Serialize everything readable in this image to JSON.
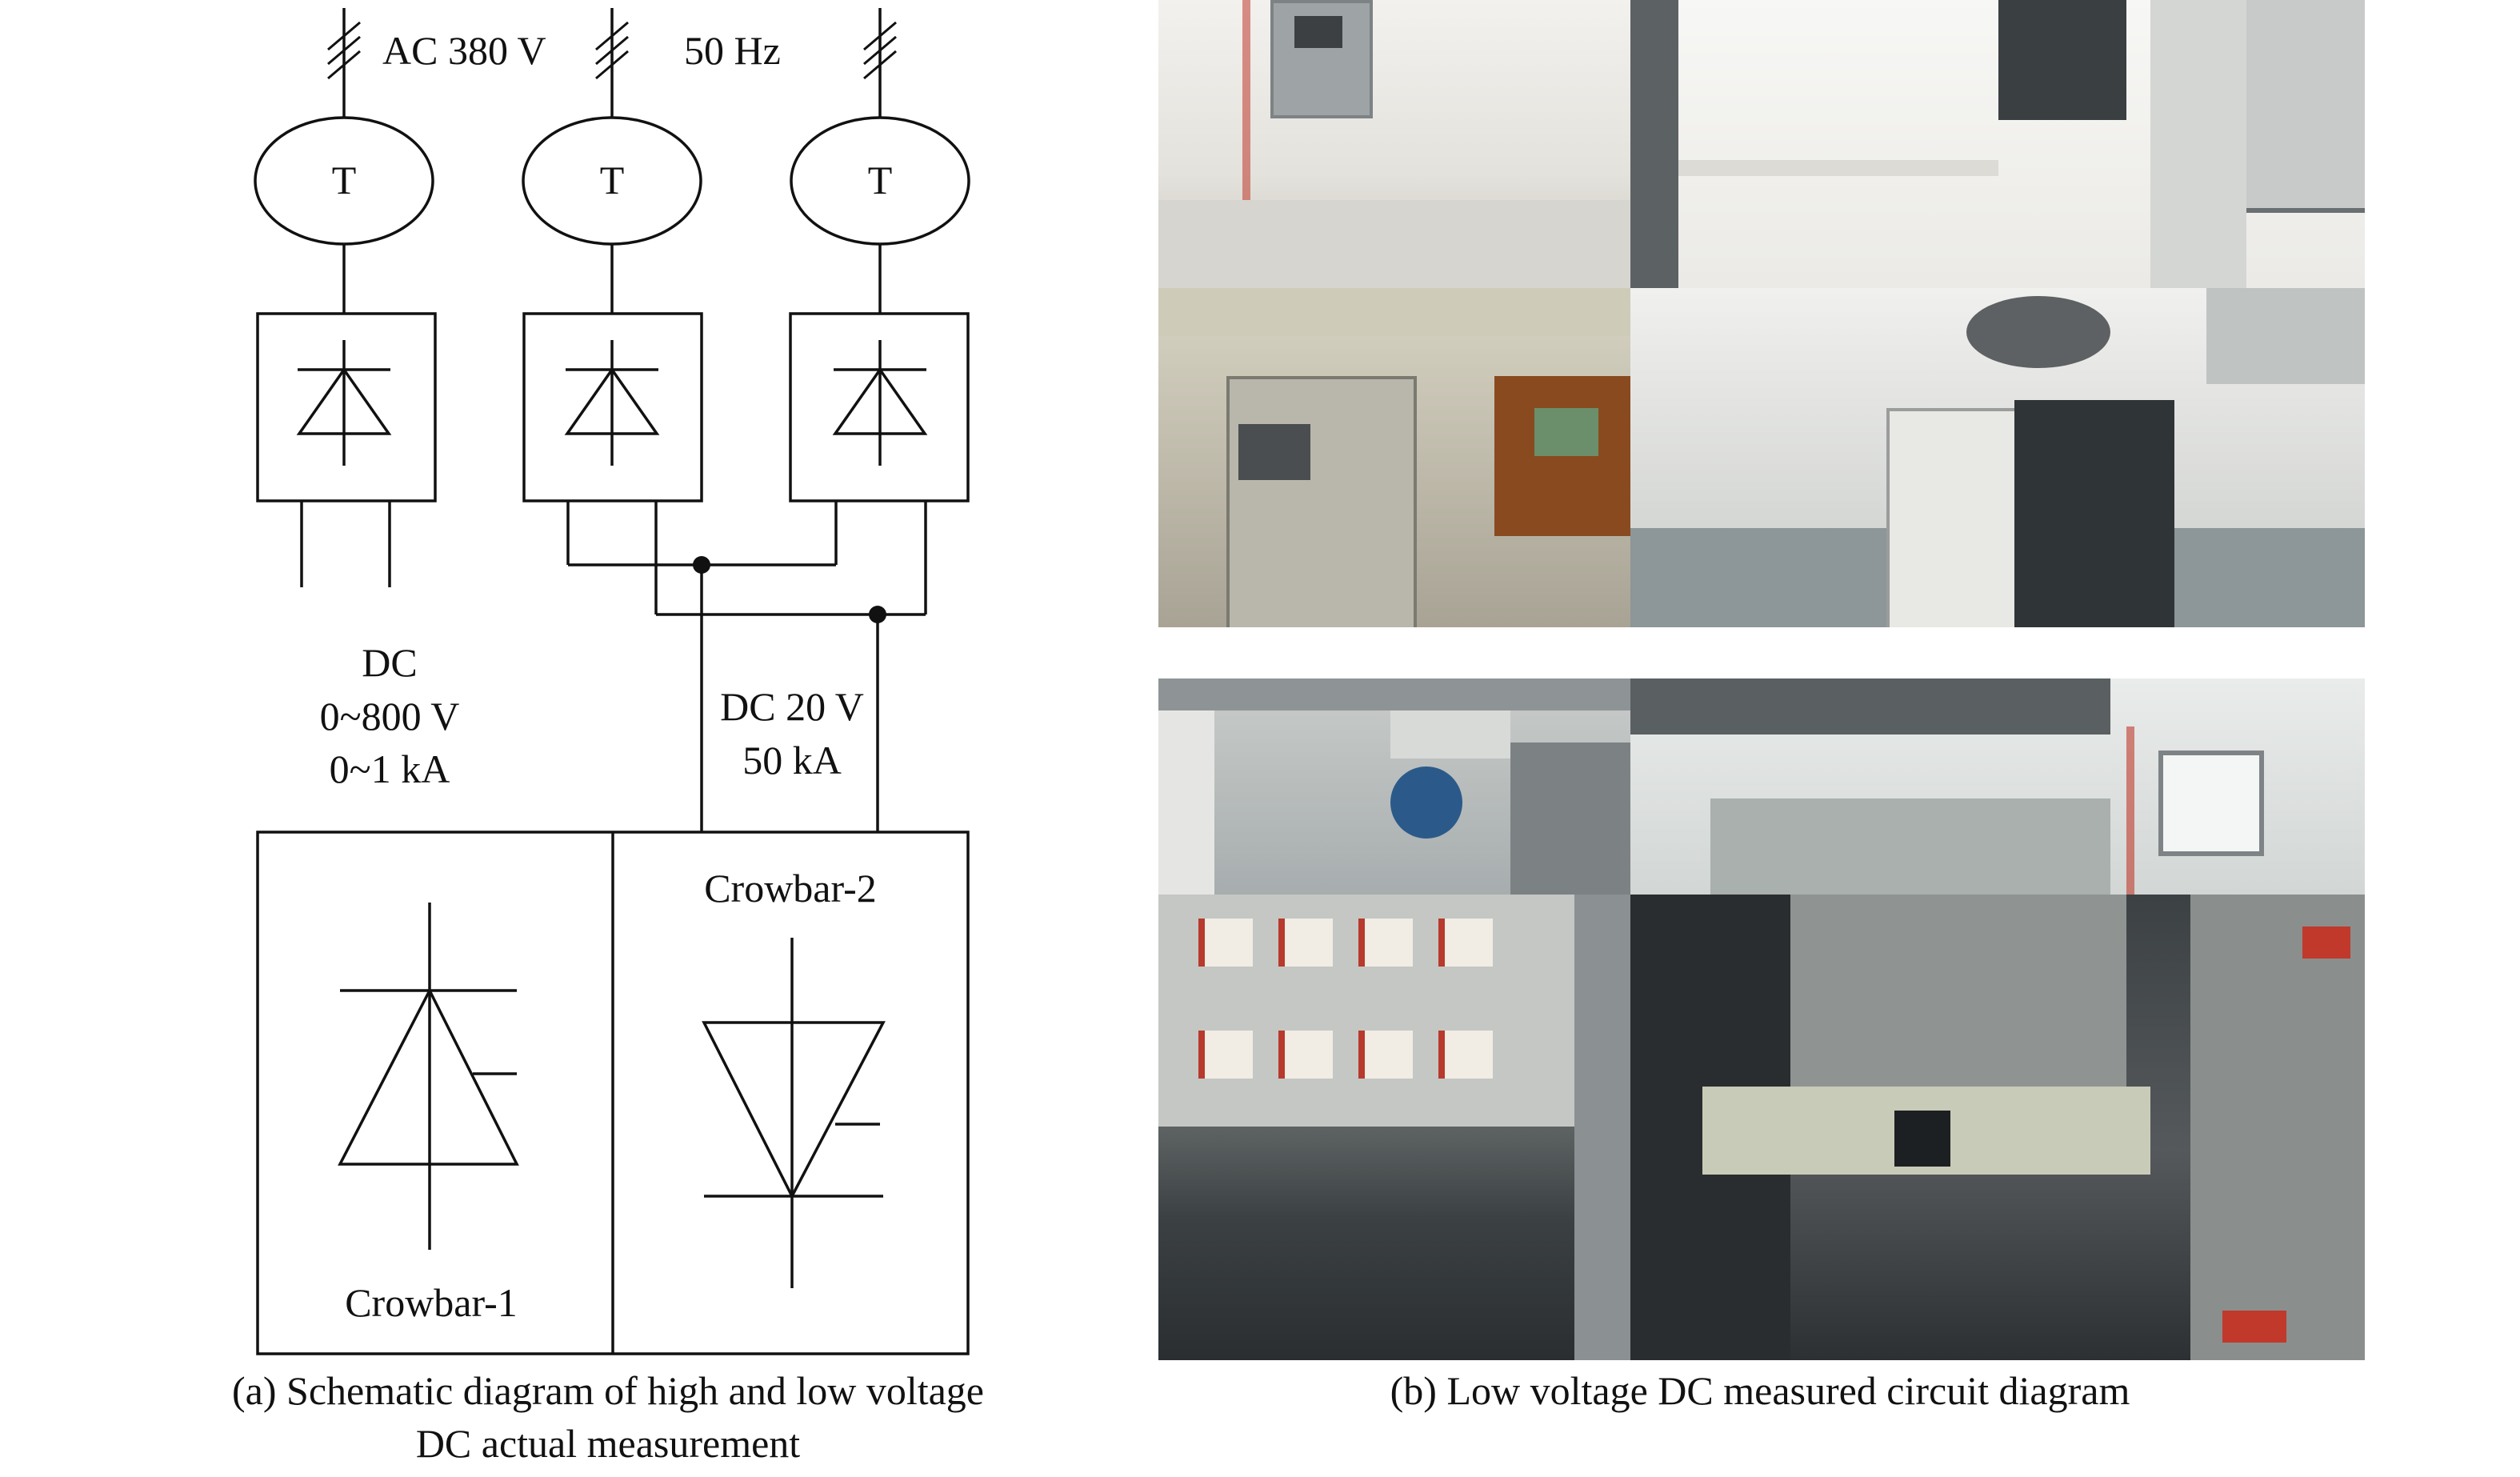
{
  "schematic": {
    "supply_voltage": "AC 380 V",
    "supply_frequency": "50 Hz",
    "transformer_symbol": "T",
    "high_voltage_dc": [
      "DC",
      "0~800 V",
      "0~1 kA"
    ],
    "low_voltage_dc": [
      "DC 20 V",
      "50 kA"
    ],
    "crowbar_1": "Crowbar-1",
    "crowbar_2": "Crowbar-2"
  },
  "captions": {
    "a_line1": "(a) Schematic diagram of high and low voltage",
    "a_line2": "DC actual measurement",
    "b": "(b) Low voltage DC measured circuit diagram"
  },
  "colors": {
    "line": "#111111",
    "panel_grey": "#9aa3a8",
    "cabinet_beige": "#d9d6c8",
    "dark_rack": "#2f3436",
    "accent_red": "#c0392b",
    "circuit_board_brown": "#8a4a1f"
  }
}
